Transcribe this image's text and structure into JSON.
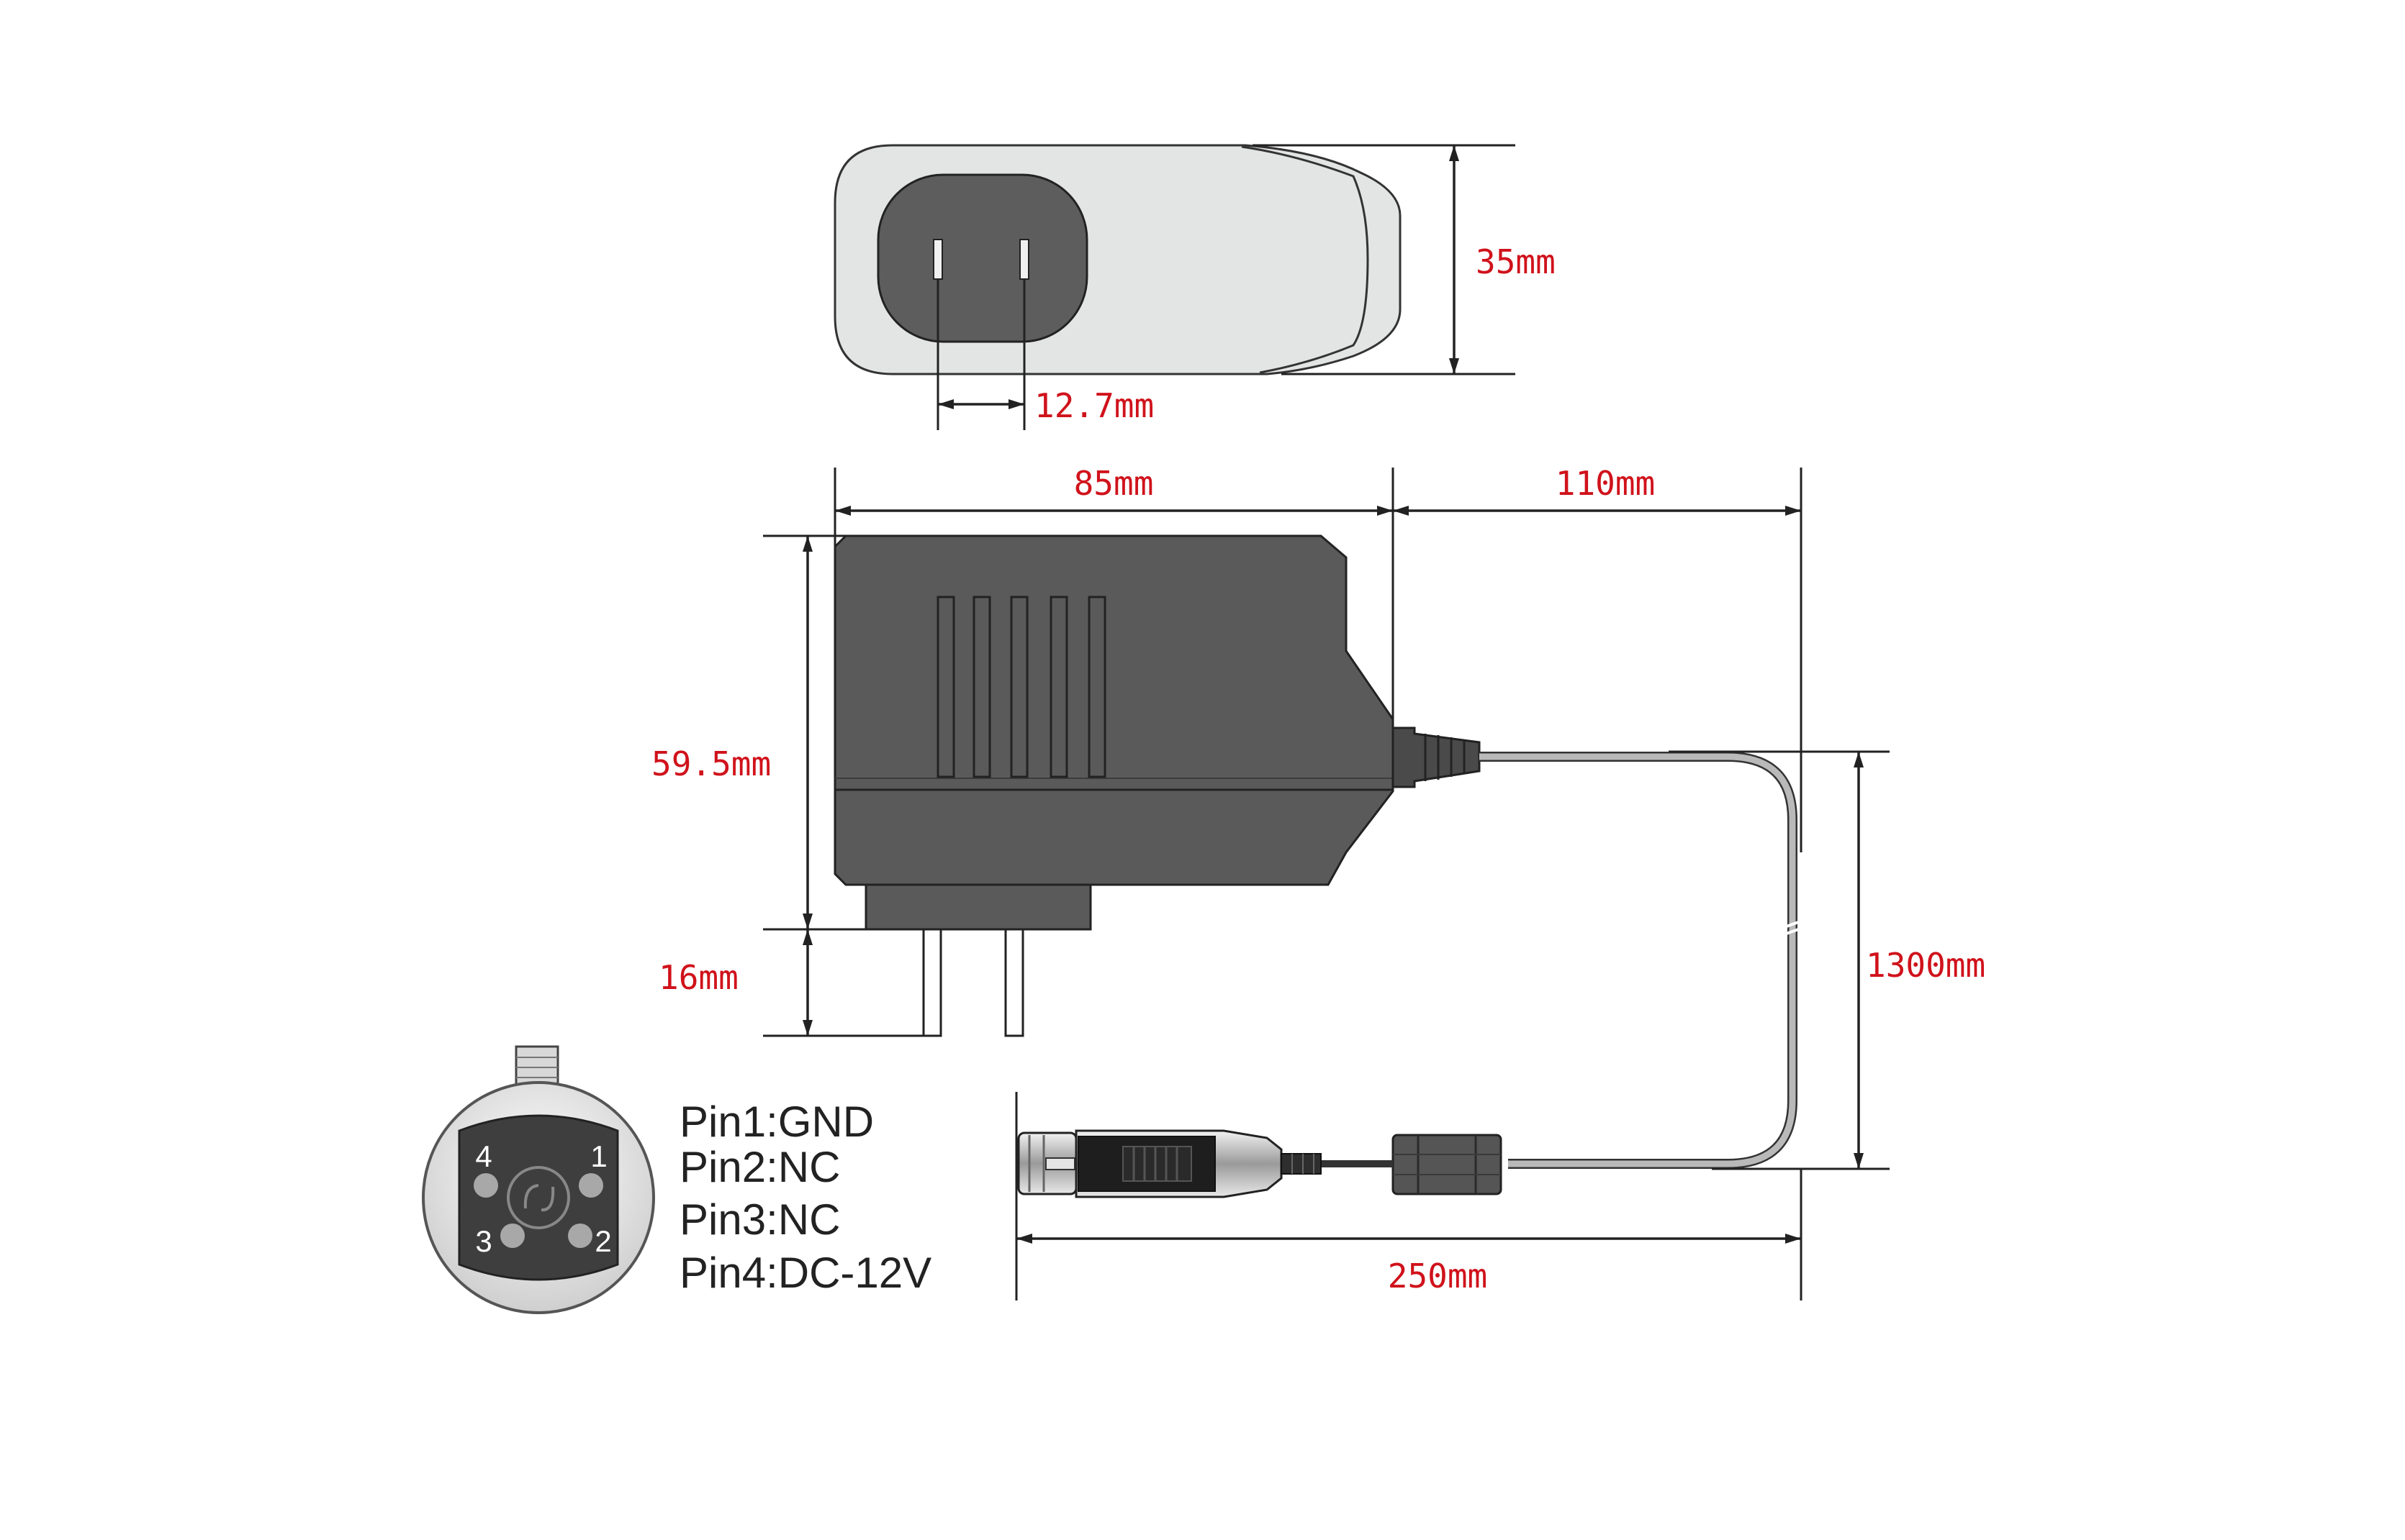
{
  "dimensions": {
    "plug_height": "35mm",
    "pin_spacing": "12.7mm",
    "body_length": "85mm",
    "cable_offset": "110mm",
    "body_height": "59.5mm",
    "prong_length": "16mm",
    "cable_length": "1300mm",
    "lead_length": "250mm"
  },
  "connector": {
    "pins": [
      "4",
      "1",
      "3",
      "2"
    ]
  },
  "pinout": [
    "Pin1:GND",
    "Pin2:NC",
    "Pin3:NC",
    "Pin4:DC-12V"
  ],
  "colors": {
    "dimension_text": "#d0121b",
    "housing_dark": "#5a5a5a",
    "housing_light": "#e3e4e4",
    "cable": "#b9b9b9"
  }
}
